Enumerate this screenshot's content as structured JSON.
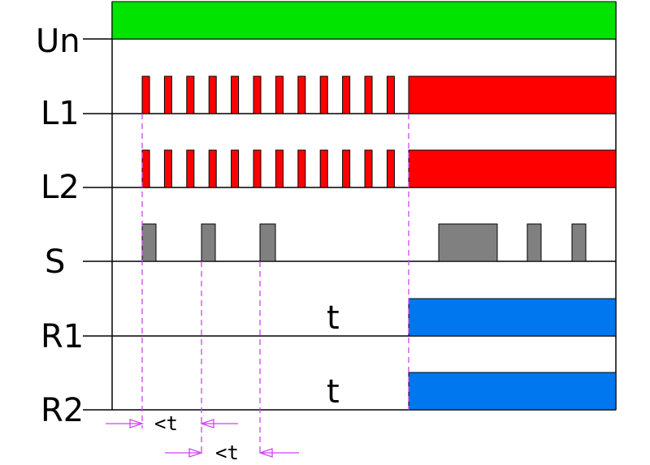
{
  "rows": [
    {
      "key": "un",
      "label": "Un"
    },
    {
      "key": "l1",
      "label": "L1"
    },
    {
      "key": "l2",
      "label": "L2"
    },
    {
      "key": "s",
      "label": "S"
    },
    {
      "key": "r1",
      "label": "R1"
    },
    {
      "key": "r2",
      "label": "R2"
    }
  ],
  "delay_label": "t",
  "interval_label": "<t",
  "colors": {
    "supply": "#00e400",
    "lamp": "#ff0000",
    "switch": "#808080",
    "relay": "#0077ee",
    "marker": "#cc44ee",
    "line": "#000000"
  }
}
